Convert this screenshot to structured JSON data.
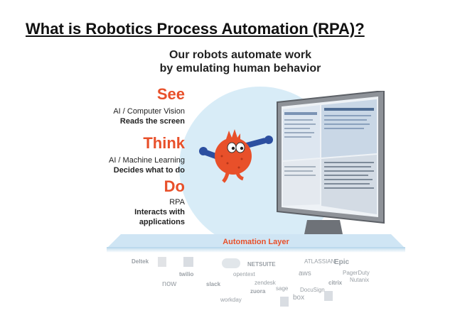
{
  "title": "What is Robotics Process Automation (RPA)?",
  "subtitle_line1": "Our robots automate work",
  "subtitle_line2": "by emulating human behavior",
  "steps": [
    {
      "heading": "See",
      "line1": "AI / Computer Vision",
      "line2": "Reads the screen"
    },
    {
      "heading": "Think",
      "line1": "AI / Machine Learning",
      "line2": "Decides what to do"
    },
    {
      "heading": "Do",
      "line1": "RPA",
      "line2": "Interacts with",
      "line3": "applications"
    }
  ],
  "automation_layer": "Automation Layer",
  "logos": [
    "Deltek",
    "twilio",
    "NETSUITE",
    "opentext",
    "ATLASSIAN",
    "Epic",
    "now",
    "slack",
    "zendesk",
    "aws",
    "citrix",
    "zuora",
    "sage",
    "DocuSign",
    "box",
    "PagerDuty",
    "Nutanix",
    "workday"
  ],
  "colors": {
    "accent": "#e8502a",
    "circle": "#d8ecf7",
    "layer": "#cfe5f4"
  }
}
